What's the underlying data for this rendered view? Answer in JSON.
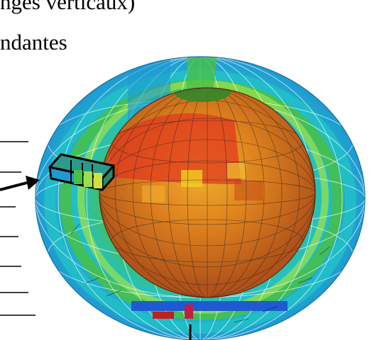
{
  "caption": {
    "line1": "nges verticaux)",
    "line2": "ndantes"
  },
  "colors": {
    "core_dark": "#c24818",
    "core_mid": "#e0841e",
    "core_light": "#f0b030",
    "shell_red": "#e03a1e",
    "shell_green": "#48c048",
    "shell_lightgreen": "#9ae04a",
    "shell_cyan": "#22c0c8",
    "shell_blue": "#1e9ad2",
    "arrow": "#000000"
  },
  "icons": [
    "globe-cutaway-figure",
    "grid-cell-box-icon",
    "arrow-icon"
  ]
}
